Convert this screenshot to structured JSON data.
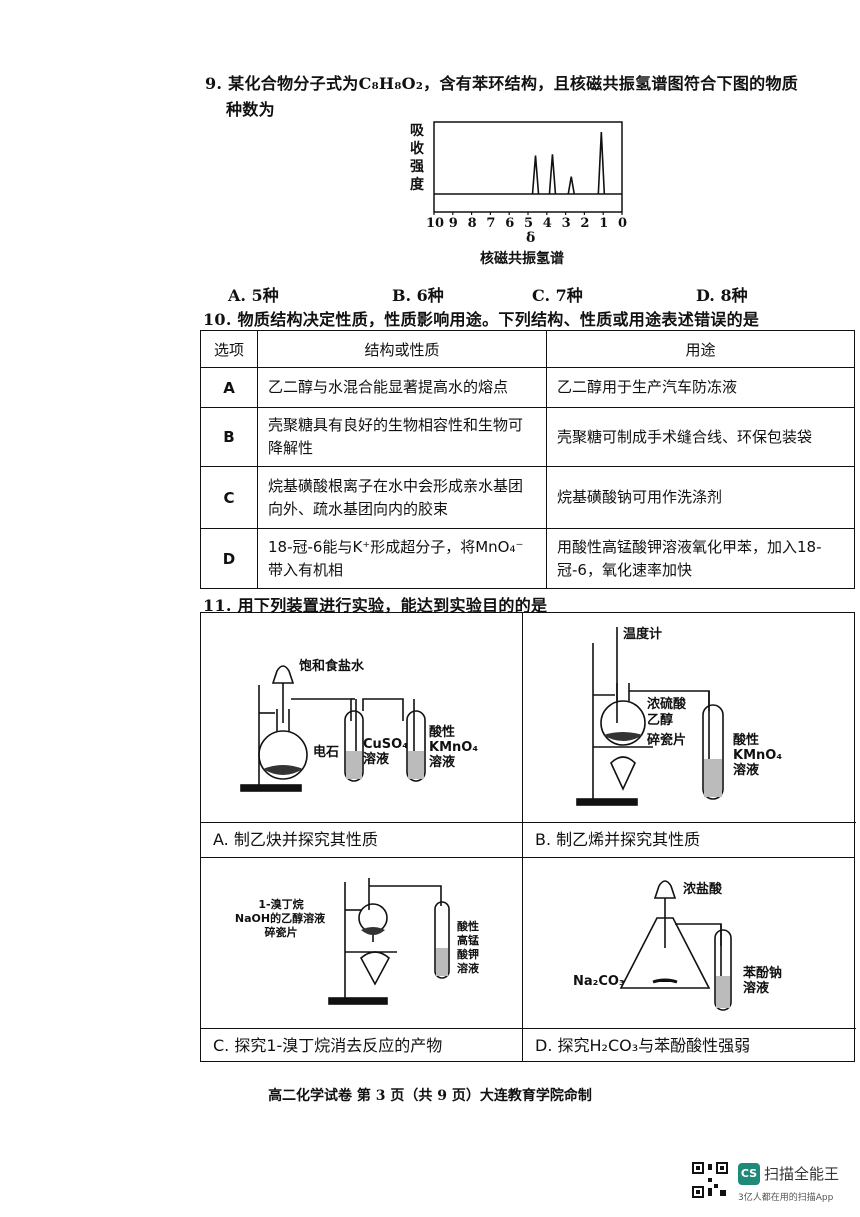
{
  "q9": {
    "stem_line1": "9. 某化合物分子式为C₈H₈O₂，含有苯环结构，且核磁共振氢谱图符合下图的物质",
    "stem_line2": "种数为",
    "ylabel_chars": [
      "吸",
      "收",
      "强",
      "度"
    ],
    "x_ticks": [
      "10",
      "9",
      "8",
      "7",
      "6",
      "5",
      "4",
      "3",
      "2",
      "1",
      "0"
    ],
    "xlabel": "δ",
    "caption": "核磁共振氢谱",
    "options": [
      "A. 5种",
      "B. 6种",
      "C. 7种",
      "D. 8种"
    ]
  },
  "chart_data": {
    "type": "line",
    "title": "核磁共振氢谱",
    "xlabel": "δ",
    "ylabel": "吸收强度",
    "xlim": [
      10,
      0
    ],
    "x_ticks": [
      10,
      9,
      8,
      7,
      6,
      5,
      4,
      3,
      2,
      1,
      0
    ],
    "series": [
      {
        "values": [
          [
            4.6,
            0.62
          ],
          [
            3.7,
            0.64
          ],
          [
            2.7,
            0.28
          ],
          [
            1.1,
            1.0
          ]
        ]
      }
    ]
  },
  "q10": {
    "stem": "10. 物质结构决定性质，性质影响用途。下列结构、性质或用途表述错误的是",
    "headers": [
      "选项",
      "结构或性质",
      "用途"
    ],
    "rows": [
      {
        "label": "A",
        "property": "乙二醇与水混合能显著提高水的熔点",
        "use": "乙二醇用于生产汽车防冻液"
      },
      {
        "label": "B",
        "property": "壳聚糖具有良好的生物相容性和生物可降解性",
        "use": "壳聚糖可制成手术缝合线、环保包装袋"
      },
      {
        "label": "C",
        "property": "烷基磺酸根离子在水中会形成亲水基团向外、疏水基团向内的胶束",
        "use": "烷基磺酸钠可用作洗涤剂"
      },
      {
        "label": "D",
        "property": "18-冠-6能与K⁺形成超分子，将MnO₄⁻带入有机相",
        "use": "用酸性高锰酸钾溶液氧化甲苯，加入18-冠-6，氧化速率加快"
      }
    ]
  },
  "q11": {
    "stem": "11. 用下列装置进行实验，能达到实验目的的是",
    "panels": [
      {
        "caption": "A. 制乙炔并探究其性质",
        "labels": [
          "饱和食盐水",
          "电石",
          "CuSO₄溶液",
          "酸性KMnO₄溶液"
        ]
      },
      {
        "caption": "B. 制乙烯并探究其性质",
        "labels": [
          "温度计",
          "浓硫酸",
          "乙醇",
          "碎瓷片",
          "酸性KMnO₄溶液"
        ]
      },
      {
        "caption": "C. 探究1-溴丁烷消去反应的产物",
        "labels": [
          "1-溴丁烷",
          "NaOH的乙醇溶液",
          "碎瓷片",
          "酸性高锰酸钾溶液"
        ]
      },
      {
        "caption": "D. 探究H₂CO₃与苯酚酸性强弱",
        "labels": [
          "浓盐酸",
          "Na₂CO₃",
          "苯酚钠溶液"
        ]
      }
    ]
  },
  "footer": "高二化学试卷 第 3 页（共 9 页）大连教育学院命制",
  "watermark": {
    "logo": "CS",
    "name": "扫描全能王",
    "sub": "3亿人都在用的扫描App"
  }
}
